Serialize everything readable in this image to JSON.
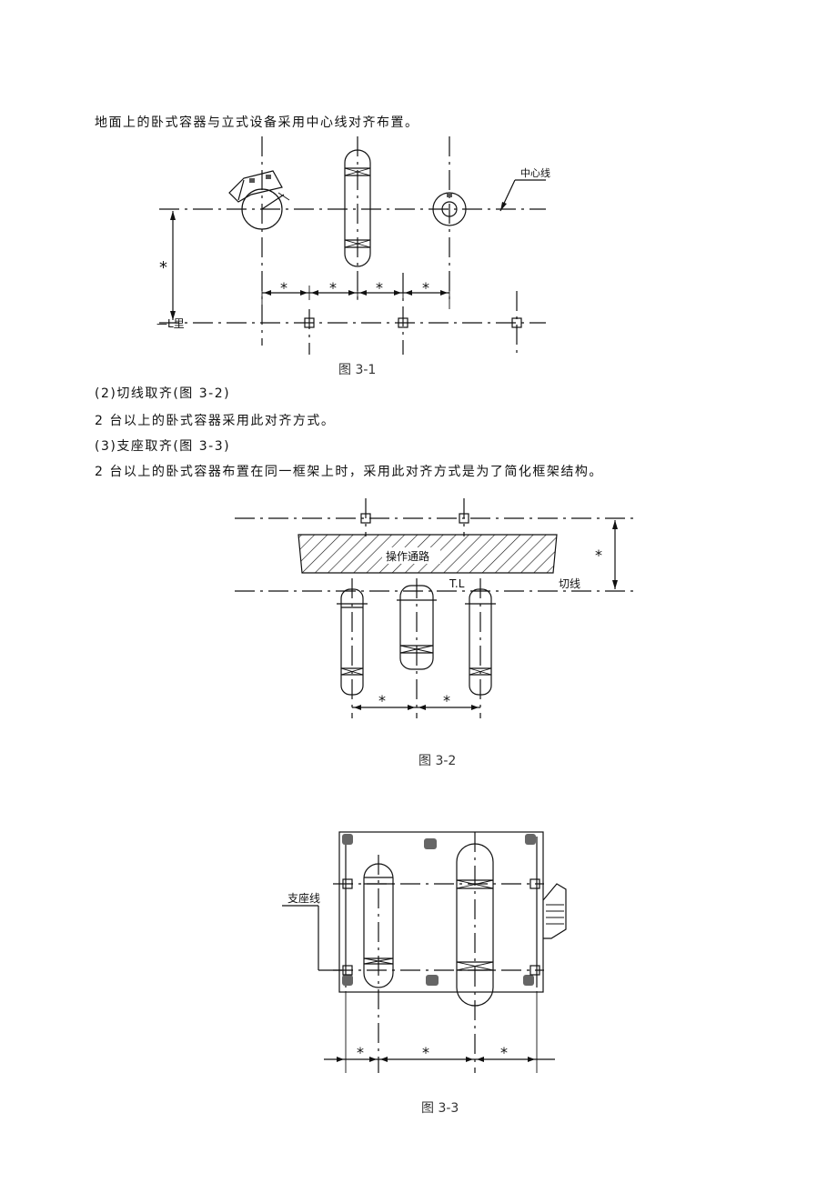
{
  "paragraphs": {
    "intro": "地面上的卧式容器与立式设备采用中心线对齐布置。",
    "item2_title": "(2)切线取齐(图 3-2)",
    "item2_body": "2 台以上的卧式容器采用此对齐方式。",
    "item3_title": "(3)支座取齐(图 3-3)",
    "item3_body": "2 台以上的卧式容器布置在同一框架上时，采用此对齐方式是为了简化框架结构。"
  },
  "figure1": {
    "caption": "图 3-1",
    "label_centerline": "中心线",
    "dim_mark": "*",
    "label_left_fragment": "—L里"
  },
  "figure2": {
    "caption": "图 3-2",
    "label_passage": "操作通路",
    "label_tl": "T.L",
    "label_tangent": "切线",
    "dim_mark": "*"
  },
  "figure3": {
    "caption": "图 3-3",
    "label_support": "支座线",
    "dim_mark": "*"
  }
}
